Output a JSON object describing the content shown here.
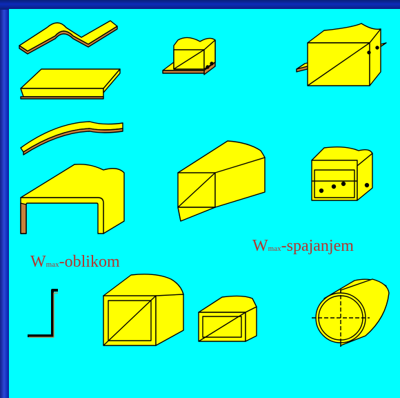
{
  "labels": {
    "oblikom": {
      "main": "W",
      "sub": "max",
      "suffix": "-oblikom"
    },
    "spajanjem": {
      "main": "W",
      "sub": "max",
      "suffix": "-spajanjem"
    }
  },
  "colors": {
    "background": "#00ffff",
    "frame": "#0a1f7a",
    "metal_fill": "#ffff00",
    "metal_edge": "#c8823c",
    "outline": "#000000",
    "label": "#b4342d"
  }
}
